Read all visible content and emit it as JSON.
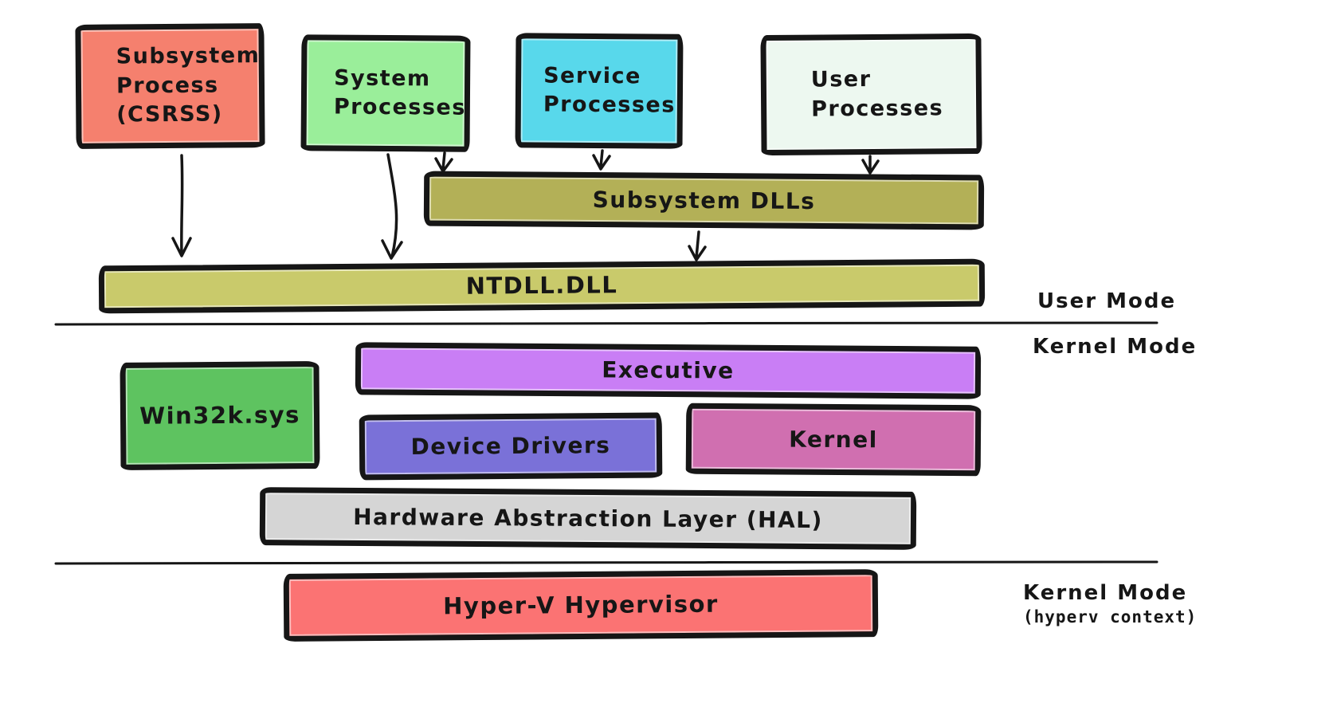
{
  "diagram": {
    "user_mode_section": {
      "mode_label": "User Mode",
      "process_boxes": [
        {
          "id": "csrss",
          "label": "Subsystem\nProcess\n(CSRSS)",
          "color": "#f5806e"
        },
        {
          "id": "system",
          "label": "System\nProcesses",
          "color": "#9aee9a"
        },
        {
          "id": "service",
          "label": "Service\nProcesses",
          "color": "#58d8eb"
        },
        {
          "id": "user",
          "label": "User\nProcesses",
          "color": "#edf8f0"
        }
      ],
      "subsystem_dlls": {
        "label": "Subsystem DLLs",
        "color": "#b3b057"
      },
      "ntdll": {
        "label": "NTDLL.DLL",
        "color": "#c9ca6b"
      }
    },
    "kernel_mode_section": {
      "mode_label": "Kernel Mode",
      "executive": {
        "label": "Executive",
        "color": "#c97ef5"
      },
      "win32k": {
        "label": "Win32k.sys",
        "color": "#5ec360"
      },
      "device_drivers": {
        "label": "Device Drivers",
        "color": "#7a71d8"
      },
      "kernel": {
        "label": "Kernel",
        "color": "#d06fb0"
      },
      "hal": {
        "label": "Hardware Abstraction Layer (HAL)",
        "color": "#d5d5d5"
      }
    },
    "hypervisor_section": {
      "mode_label": "Kernel Mode",
      "mode_sublabel": "(hyperv context)",
      "hypervisor": {
        "label": "Hyper-V Hypervisor",
        "color": "#fb7373"
      }
    }
  }
}
